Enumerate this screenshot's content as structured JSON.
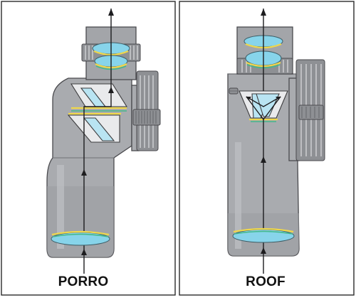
{
  "panels": [
    {
      "id": "porro",
      "label": "PORRO"
    },
    {
      "id": "roof",
      "label": "ROOF"
    }
  ]
}
